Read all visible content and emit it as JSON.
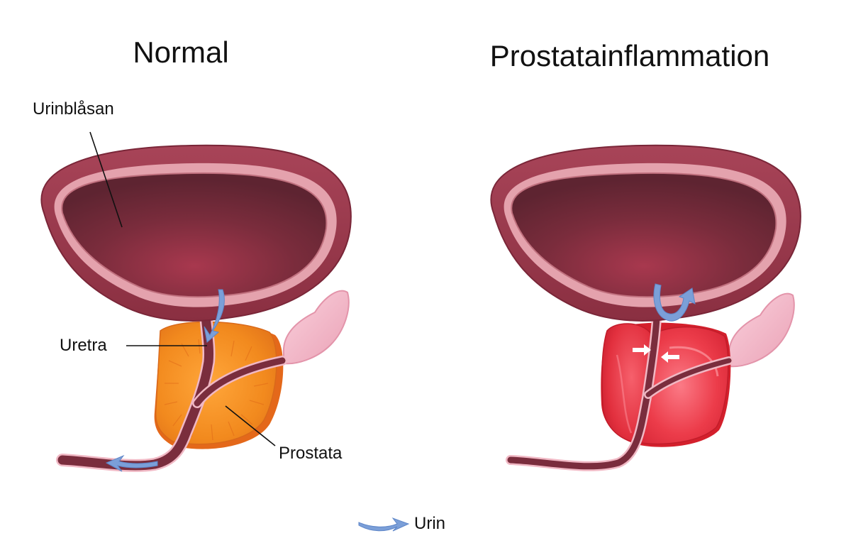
{
  "left_panel": {
    "title": "Normal",
    "labels": {
      "bladder": "Urinblåsan",
      "urethra": "Uretra",
      "prostate": "Prostata"
    }
  },
  "right_panel": {
    "title": "Prostatainflammation"
  },
  "legend": {
    "label": "Urin"
  },
  "colors": {
    "bladder_wall": "#9e3a4c",
    "bladder_lining": "#e4a2ad",
    "bladder_interior": "#6e2a38",
    "urethra": "#7a2d3d",
    "prostate_normal": "#f28a1e",
    "prostate_inflamed": "#e8303c",
    "seminal_vesicle": "#f2b3c4",
    "urine_arrow": "#7b9fd8"
  }
}
